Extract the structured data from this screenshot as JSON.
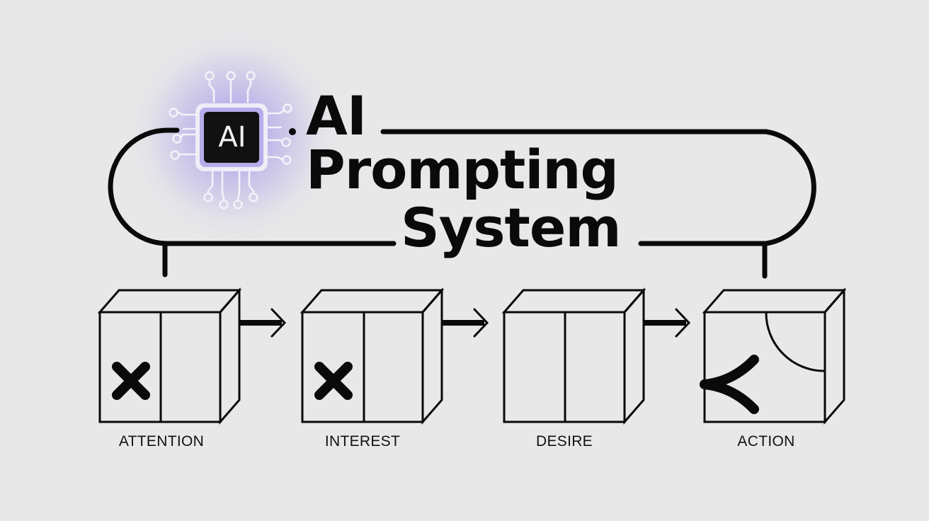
{
  "title": {
    "line1": "AI",
    "line2": "Prompting",
    "line3": "System"
  },
  "chip": {
    "label": "AI",
    "icon": "ai-chip-icon",
    "glow_color": "#9b8cf0",
    "trace_color": "#f3f2f8"
  },
  "stages": [
    {
      "label": "ATTENTION",
      "symbol": "x-mark-icon"
    },
    {
      "label": "INTEREST",
      "symbol": "x-mark-icon"
    },
    {
      "label": "DESIRE",
      "symbol": "none"
    },
    {
      "label": "ACTION",
      "symbol": "fork-arc-icon"
    }
  ],
  "connectors": [
    "arrow-right-icon",
    "arrow-right-icon",
    "arrow-right-icon"
  ],
  "colors": {
    "background": "#e9e8e8",
    "ink": "#0a0a0a",
    "chip_body": "#111111"
  }
}
